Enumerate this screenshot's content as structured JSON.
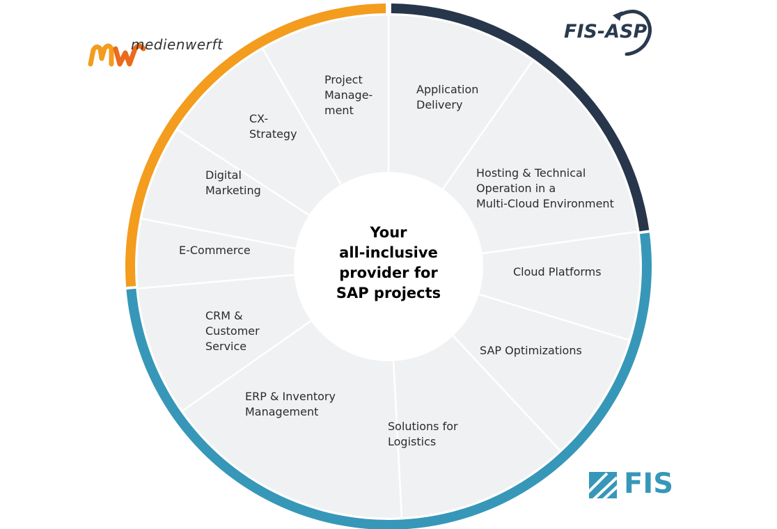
{
  "center": {
    "lines": [
      "Your",
      "all-inclusive",
      "provider for",
      "SAP projects"
    ]
  },
  "segments": [
    {
      "id": "application-delivery",
      "lines": [
        "Application",
        "Delivery"
      ],
      "group": "fis-asp"
    },
    {
      "id": "hosting",
      "lines": [
        "Hosting & Technical",
        "Operation in a",
        "Multi-Cloud Environment"
      ],
      "group": "fis-asp"
    },
    {
      "id": "cloud-platforms",
      "lines": [
        "Cloud Platforms"
      ],
      "group": "fis"
    },
    {
      "id": "sap-optimizations",
      "lines": [
        "SAP Optimizations"
      ],
      "group": "fis"
    },
    {
      "id": "logistics",
      "lines": [
        "Solutions for",
        "Logistics"
      ],
      "group": "fis"
    },
    {
      "id": "erp",
      "lines": [
        "ERP & Inventory",
        "Management"
      ],
      "group": "fis"
    },
    {
      "id": "crm",
      "lines": [
        "CRM &",
        "Customer",
        "Service"
      ],
      "group": "fis"
    },
    {
      "id": "ecommerce",
      "lines": [
        "E-Commerce"
      ],
      "group": "medienwerft"
    },
    {
      "id": "digital-marketing",
      "lines": [
        "Digital",
        "Marketing"
      ],
      "group": "medienwerft"
    },
    {
      "id": "cx-strategy",
      "lines": [
        "CX-",
        "Strategy"
      ],
      "group": "medienwerft"
    },
    {
      "id": "project-management",
      "lines": [
        "Project",
        "Manage-",
        "ment"
      ],
      "group": "medienwerft"
    }
  ],
  "logos": {
    "medienwerft": "medienwerft",
    "fis_asp": "FIS-ASP",
    "fis": "FIS"
  },
  "colors": {
    "medienwerft": "#f39c1e",
    "fis_asp": "#27364a",
    "fis": "#3797b8",
    "segment_fill": "#f0f1f3",
    "divider": "#ffffff"
  }
}
